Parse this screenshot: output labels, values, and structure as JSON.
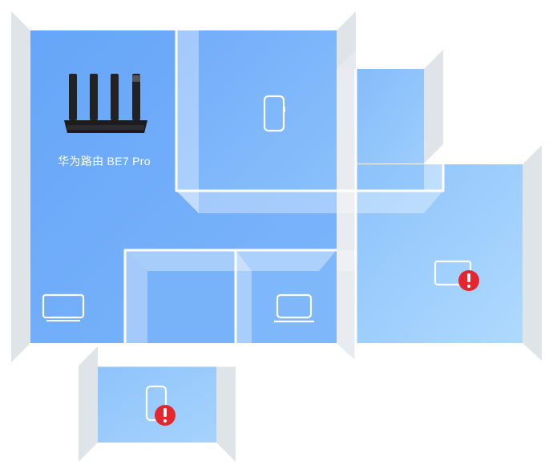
{
  "router": {
    "label": "华为路由 BE7 Pro",
    "icon": "router-icon"
  },
  "devices": [
    {
      "room": "top-middle-room",
      "type": "phone",
      "icon": "phone-icon",
      "warning": false
    },
    {
      "room": "left-main-room",
      "type": "tv",
      "icon": "tv-icon",
      "warning": false
    },
    {
      "room": "middle-bottom-room",
      "type": "laptop",
      "icon": "laptop-icon",
      "warning": false
    },
    {
      "room": "right-room",
      "type": "tv",
      "icon": "tv-icon",
      "warning": true
    },
    {
      "room": "bottom-left-room",
      "type": "phone",
      "icon": "phone-icon",
      "warning": true
    }
  ],
  "colors": {
    "floor_deep": "#5b9ef7",
    "floor_light": "#a9d4fd",
    "wall": "#dfe4e9",
    "warning": "#e5262f"
  }
}
